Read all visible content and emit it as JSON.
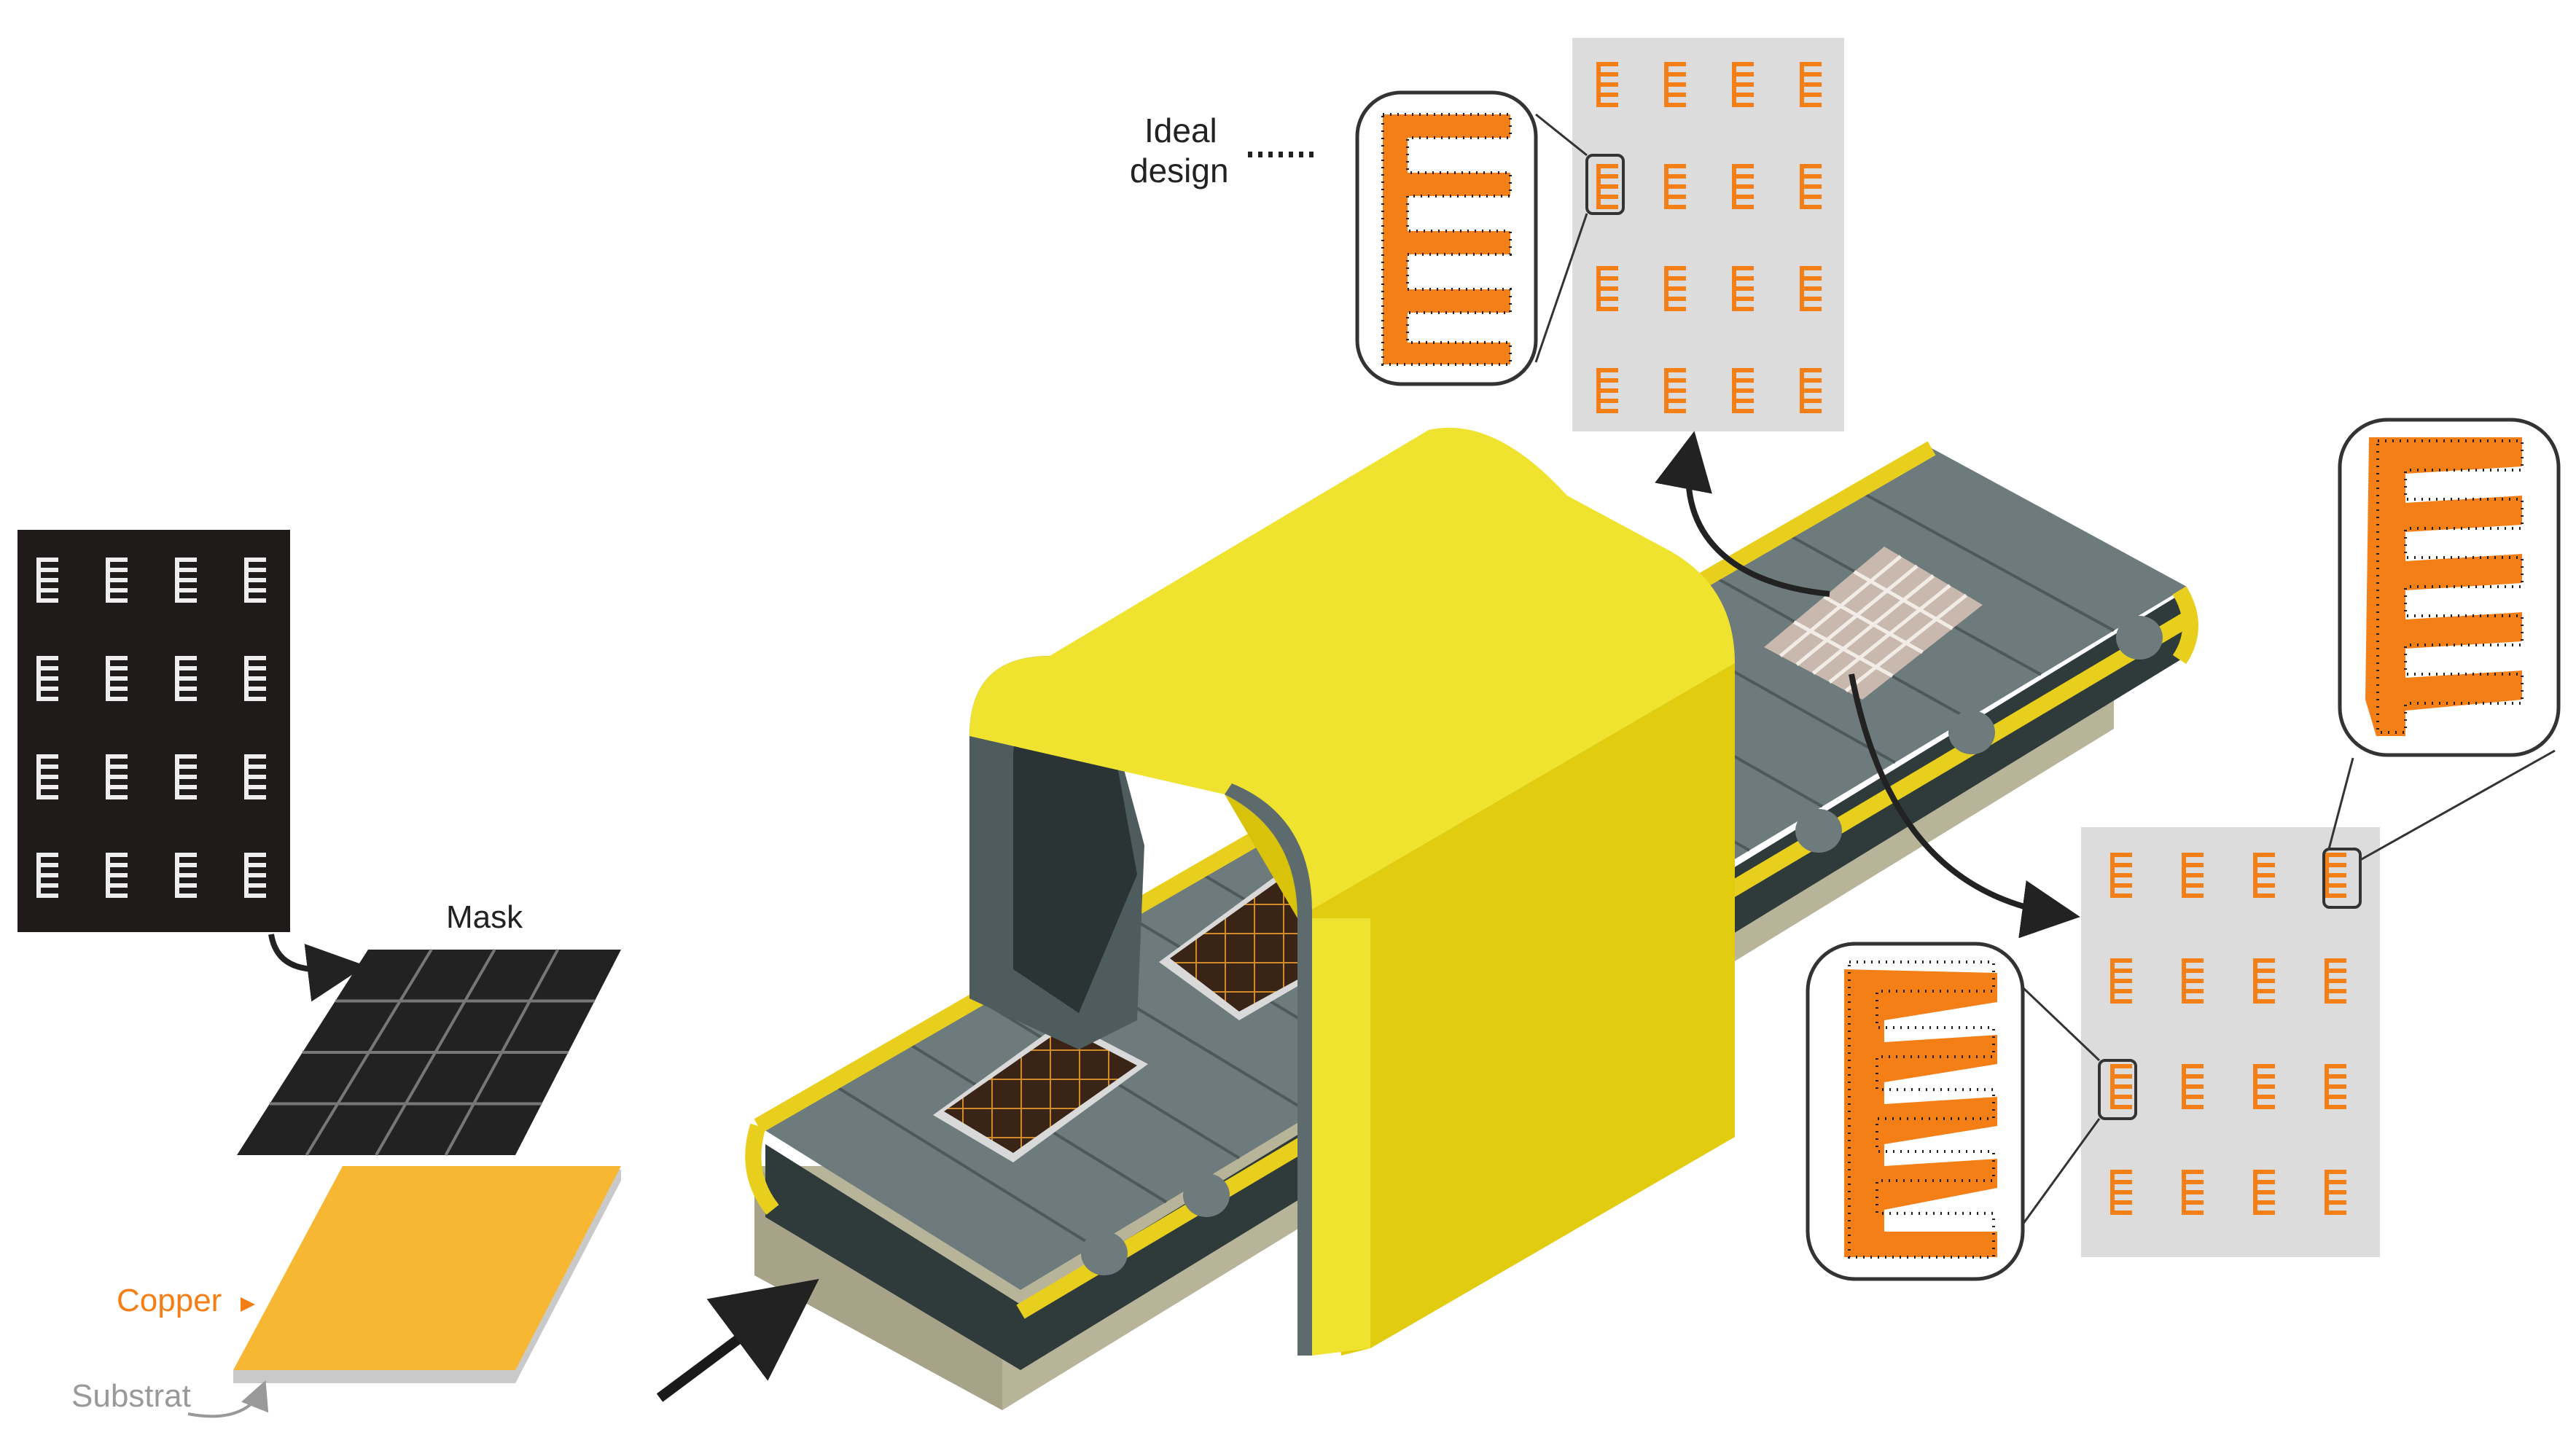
{
  "labels": {
    "ideal_line1": "Ideal",
    "ideal_line2": "design",
    "mask": "Mask",
    "copper": "Copper",
    "substrat": "Substrat"
  },
  "colors": {
    "copper": "#f7b733",
    "trace_orange": "#f57f17",
    "belt": "#6d7b7c",
    "belt_dark": "#2f3a3b",
    "rail_yellow": "#e8cf1e",
    "tunnel_yellow": "#efe330",
    "tunnel_shadow": "#d8c20a",
    "tunnel_frame": "#4f5c5d",
    "base": "#b7b49a",
    "panel": "#dcdcdc",
    "mask_black": "#1e1b1a"
  },
  "icons": [
    "arrow-icon",
    "comb-pattern-icon"
  ]
}
